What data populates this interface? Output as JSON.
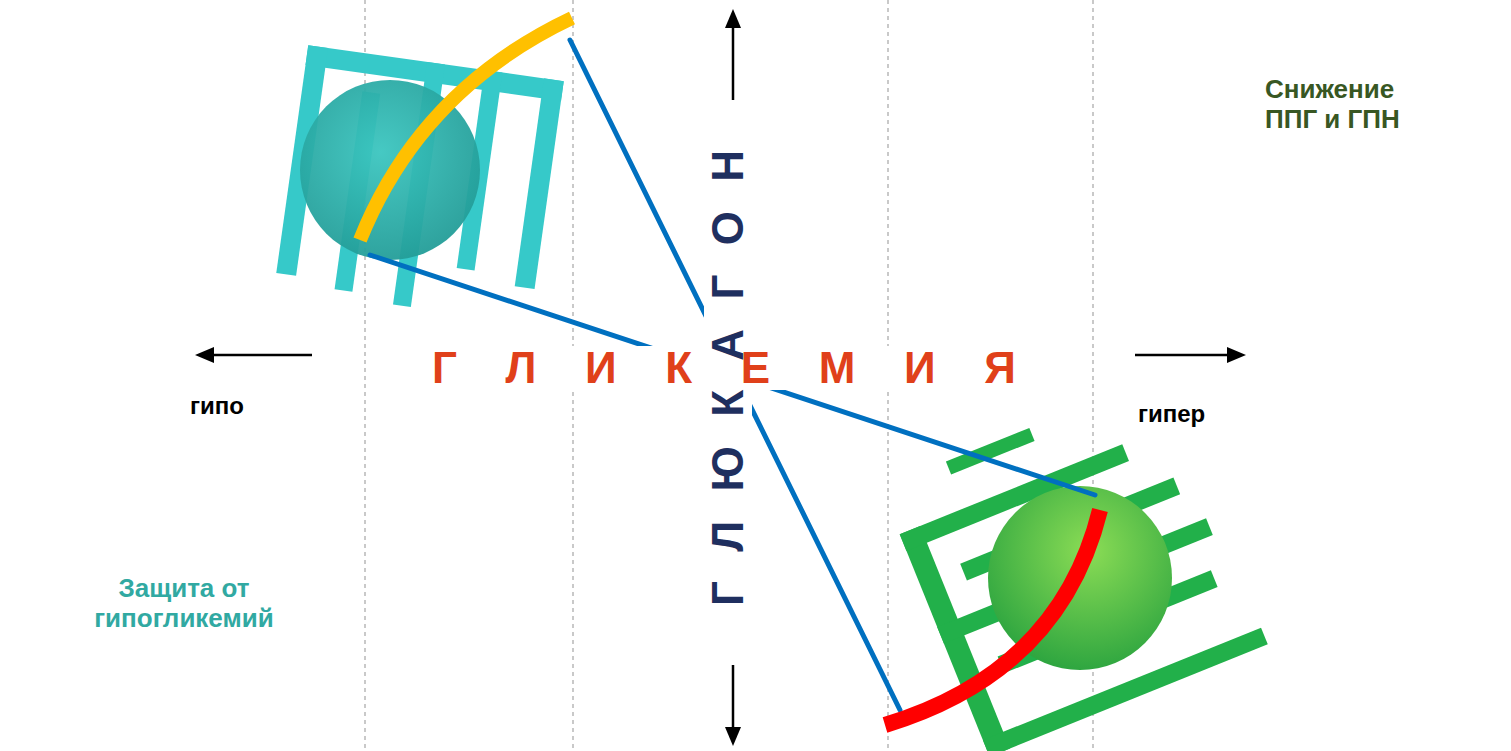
{
  "diagram": {
    "labels": [
      "Снижение ППГ и ГПН",
      "Г Л И К Е М И Я",
      "Г Л Ю К А Г О Н",
      "гипо",
      "гипер",
      "Защита от гипогликемий"
    ]
  }
}
